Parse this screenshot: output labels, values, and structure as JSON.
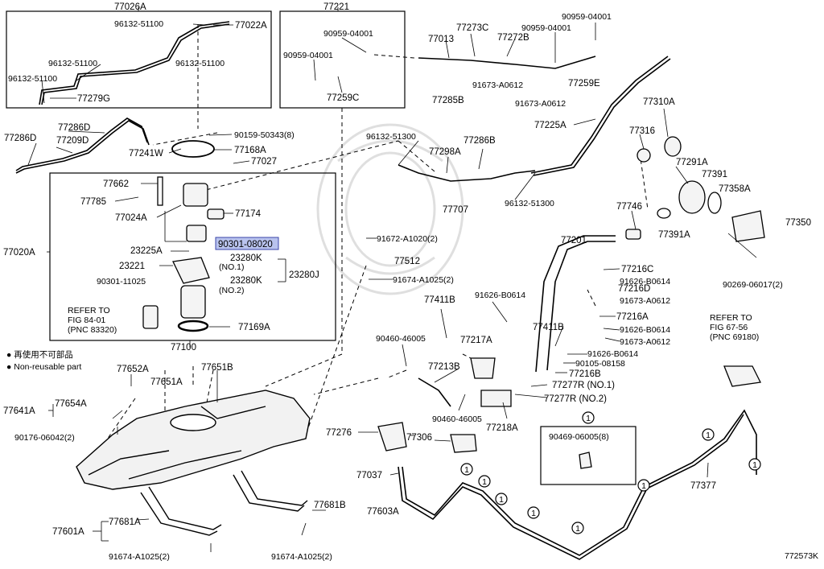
{
  "diagram_id": "772573K",
  "legend": {
    "jp_line": "● 再使用不可部品",
    "en_line": "● Non-reusable part"
  },
  "highlight_part": "90301-08020",
  "notes": {
    "refer_fig_84": [
      "REFER TO",
      "FIG 84-01",
      "(PNC 83320)"
    ],
    "refer_fig_67": [
      "REFER TO",
      "FIG 67-56",
      "(PNC 69180)"
    ]
  },
  "labels": {
    "l77026A": "77026A",
    "l96132_1a": "96132-51100",
    "l77022A": "77022A",
    "l96132_1b": "96132-51100",
    "l96132_1c": "96132-51100",
    "l96132_1d": "96132-51100",
    "l77279G": "77279G",
    "l77221": "77221",
    "l90959_a": "90959-04001",
    "l90959_b": "90959-04001",
    "l77259C": "77259C",
    "l77013": "77013",
    "l77273C": "77273C",
    "l77272B": "77272B",
    "l90959_c": "90959-04001",
    "l90959_d": "90959-04001",
    "l77285B": "77285B",
    "l91673_a": "91673-A0612",
    "l91673_b": "91673-A0612",
    "l77259E": "77259E",
    "l77286D_a": "77286D",
    "l77286D_b": "77286D",
    "l77209D": "77209D",
    "l77241W": "77241W",
    "l90159": "90159-50343(8)",
    "l77168A": "77168A",
    "l77027": "77027",
    "l96132_5": "96132-51300",
    "l77298A": "77298A",
    "l77286B": "77286B",
    "l77707": "77707",
    "l96132_5b": "96132-51300",
    "l77225A": "77225A",
    "l77310A": "77310A",
    "l77316": "77316",
    "l77291A": "77291A",
    "l77391": "77391",
    "l77358A": "77358A",
    "l77350": "77350",
    "l77746": "77746",
    "l77391A": "77391A",
    "l90269": "90269-06017(2)",
    "l77662": "77662",
    "l77785": "77785",
    "l77024A": "77024A",
    "l77174": "77174",
    "l77020A": "77020A",
    "l90301_08020": "90301-08020",
    "l23225A": "23225A",
    "l23280K_1": "23280K",
    "l23280K_1n": "(NO.1)",
    "l23221": "23221",
    "l23280J": "23280J",
    "l90301_11025": "90301-11025",
    "l23280K_2": "23280K",
    "l23280K_2n": "(NO.2)",
    "l77169A": "77169A",
    "l77100": "77100",
    "l91672": "91672-A1020(2)",
    "l77512": "77512",
    "l91674_a": "91674-A1025(2)",
    "l77201": "77201",
    "l77216C": "77216C",
    "l91626_a": "91626-B0614",
    "l77216D": "77216D",
    "l91673_c": "91673-A0612",
    "l77216A": "77216A",
    "l91626_b": "91626-B0614",
    "l91673_d": "91673-A0612",
    "l77411B_a": "77411B",
    "l91626_c": "91626-B0614",
    "l77411B_b": "77411B",
    "l91626_d": "91626-B0614",
    "l90105": "90105-08158",
    "l77216B": "77216B",
    "l77277R_1": "77277R (NO.1)",
    "l77277R_2": "77277R (NO.2)",
    "l90460_a": "90460-46005",
    "l77217A": "77217A",
    "l77213B": "77213B",
    "l90460_b": "90460-46005",
    "l77218A": "77218A",
    "l77652A": "77652A",
    "l77651A": "77651A",
    "l77651B": "77651B",
    "l77641A": "77641A",
    "l77654A": "77654A",
    "l90176": "90176-06042(2)",
    "l77276": "77276",
    "l77306": "77306",
    "l77037": "77037",
    "l90469": "90469-06005(8)",
    "l77377": "77377",
    "l77681B": "77681B",
    "l77603A": "77603A",
    "l77601A": "77601A",
    "l77681A": "77681A",
    "l91674_b": "91674-A1025(2)",
    "l91674_c": "91674-A1025(2)",
    "circle_num": "1"
  }
}
